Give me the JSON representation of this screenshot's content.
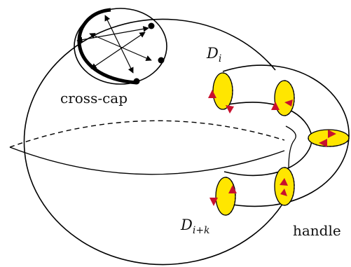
{
  "labels": {
    "crosscap": "cross-cap",
    "handle": "handle",
    "d_i_base": "D",
    "d_i_sub": "i",
    "d_ik_base": "D",
    "d_ik_sub": "i+k"
  },
  "colors": {
    "disk_fill": "#ffe600",
    "arrow": "#c8102e",
    "stroke": "#000000"
  }
}
